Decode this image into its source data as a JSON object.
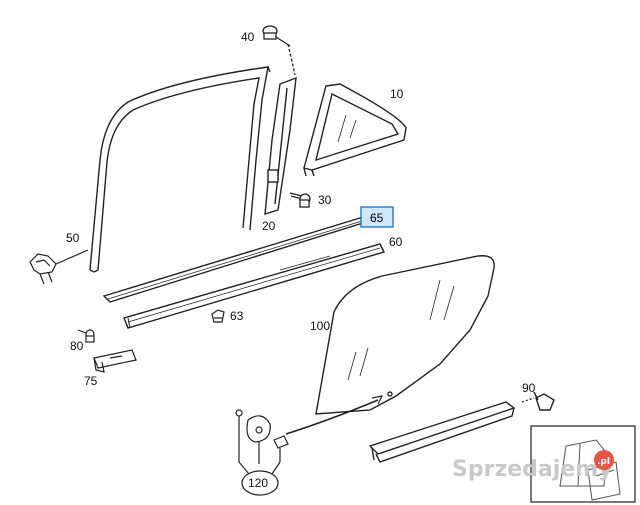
{
  "diagram": {
    "highlight_color": "#cfe6ff",
    "callouts": {
      "p10": "10",
      "p20": "20",
      "p30": "30",
      "p40": "40",
      "p50": "50",
      "p60": "60",
      "p63": "63",
      "p65": "65",
      "p75": "75",
      "p80": "80",
      "p90": "90",
      "p100": "100",
      "p120": "120"
    }
  },
  "watermark": {
    "text": "Sprzedajemy",
    "badge": ".pl",
    "badge_color": "#e8534a"
  }
}
